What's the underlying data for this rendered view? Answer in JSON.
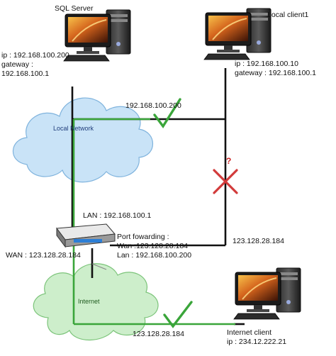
{
  "colors": {
    "wire": "#111111",
    "path_ok": "#3aa53a",
    "check": "#3aa53a",
    "cross": "#d23a3a",
    "cloud_blue": "#c9e3f7",
    "cloud_blue_edge": "#7fb3dd",
    "cloud_green": "#cdeecb",
    "cloud_green_edge": "#7cc47a"
  },
  "icons": {
    "sql_server": "desktop-computer-icon",
    "local_client1": "desktop-computer-icon",
    "internet_client": "desktop-computer-icon",
    "router": "router-icon",
    "ok": "check-icon",
    "blocked": "cross-icon"
  },
  "sql_server": {
    "name": "SQL Server",
    "ip_line": "ip : 192.168.100.200",
    "gateway_label": "gateway :",
    "gateway_value": "192.168.100.1"
  },
  "local_client1": {
    "name": "Local client1",
    "ip_line": "ip : 192.168.100.10",
    "gateway_line": "gateway : 192.168.100.1"
  },
  "local_network": {
    "name": "Local Network",
    "route_ip": "192.168.100.200"
  },
  "router": {
    "lan_line": "LAN : 192.168.100.1",
    "wan_line": "WAN : 123.128.28.184",
    "port_forwarding_title": "Port fowarding :",
    "port_forwarding_wan": "Wan :123.128.28.184",
    "port_forwarding_lan": "Lan : 192.168.100.200"
  },
  "blocked_route": {
    "question": "?",
    "ip": "123.128.28.184"
  },
  "internet": {
    "name": "Internet",
    "route_ip": "123.128.28.184"
  },
  "internet_client": {
    "name": "Internet client",
    "ip_line": "ip : 234.12.222.21"
  }
}
